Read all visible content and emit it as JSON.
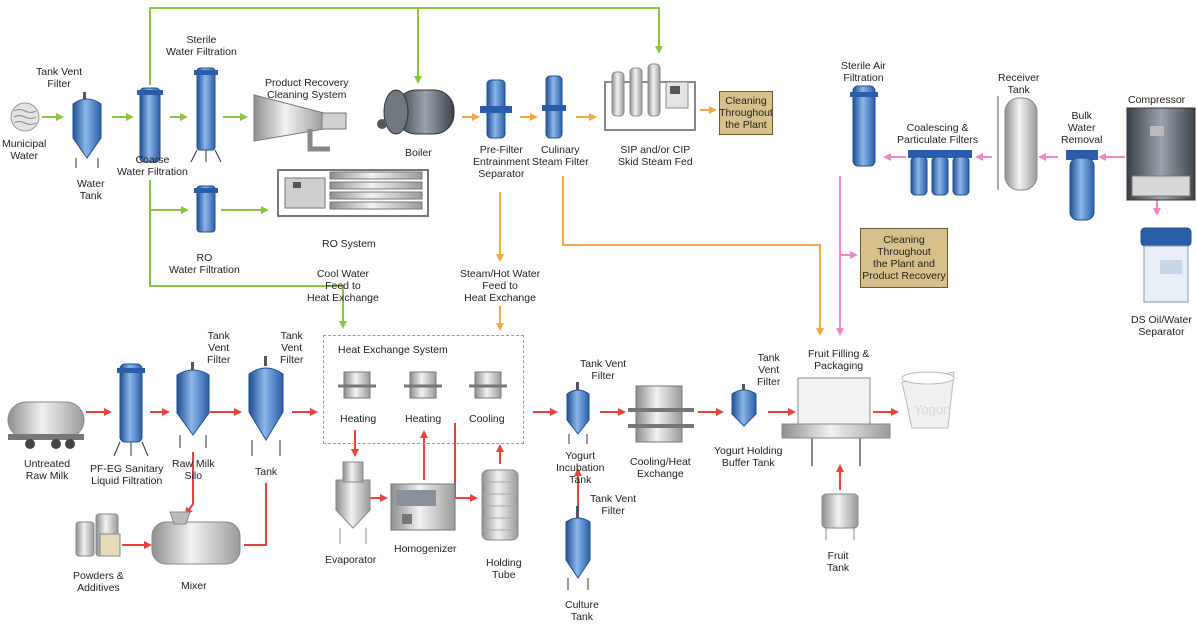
{
  "colors": {
    "water_line": "#8cc63f",
    "steam_line": "#f7a941",
    "product_line": "#e8423a",
    "air_line": "#ef86c8",
    "note_fill": "#d8c08a",
    "vessel_blue": "#3a78c2"
  },
  "labels": {
    "tank_vent_filter_1": "Tank Vent\nFilter",
    "municipal_water": "Municipal\nWater",
    "water_tank": "Water\nTank",
    "coarse_water_filtration": "Coarse\nWater Filtration",
    "sterile_water_filtration": "Sterile\nWater Filtration",
    "product_recovery": "Product Recovery\nCleaning System",
    "ro_system": "RO System",
    "ro_water_filtration": "RO\nWater Filtration",
    "boiler": "Boiler",
    "pre_filter": "Pre-Filter\nEntrainment\nSeparator",
    "culinary_steam_filter": "Culinary\nSteam Filter",
    "sip_cip": "SIP and/or CIP\nSkid Steam Fed",
    "cool_water_feed": "Cool Water\nFeed to\nHeat Exchange",
    "steam_hot_water": "Steam/Hot Water\nFeed to\nHeat Exchange",
    "sterile_air_filtration": "Sterile Air\nFiltration",
    "coalescing": "Coalescing &\nParticulate Filters",
    "receiver_tank": "Receiver\nTank",
    "bulk_water_removal": "Bulk\nWater\nRemoval",
    "compressor": "Compressor",
    "ds_oil_water": "DS Oil/Water\nSeparator",
    "untreated_raw_milk": "Untreated\nRaw Milk",
    "pf_eg": "PF-EG Sanitary\nLiquid Filtration",
    "raw_milk_silo": "Raw Milk\nSilo",
    "tank_vent_filter_silo": "Tank\nVent\nFilter",
    "tank_vent_filter_tank": "Tank\nVent\nFilter",
    "tank": "Tank",
    "powders": "Powders &\nAdditives",
    "mixer": "Mixer",
    "heat_exchange_system": "Heat Exchange System",
    "heating_1": "Heating",
    "heating_2": "Heating",
    "cooling": "Cooling",
    "evaporator": "Evaporator",
    "homogenizer": "Homogenizer",
    "holding_tube": "Holding\nTube",
    "tank_vent_filter_incubation": "Tank Vent\nFilter",
    "yogurt_incubation": "Yogurt\nIncubation\nTank",
    "tank_vent_filter_culture": "Tank Vent\nFilter",
    "culture_tank": "Culture\nTank",
    "cooling_heat_exchange": "Cooling/Heat\nExchange",
    "tank_vent_filter_holding": "Tank\nVent\nFilter",
    "yogurt_holding": "Yogurt Holding\nBuffer Tank",
    "fruit_filling": "Fruit Filling &\nPackaging",
    "fruit_tank": "Fruit\nTank",
    "yogurt_cup_text": "Yogurt"
  },
  "notes": {
    "cleaning_1": "Cleaning\nThroughout\nthe Plant",
    "cleaning_2": "Cleaning\nThroughout\nthe Plant and\nProduct Recovery"
  }
}
